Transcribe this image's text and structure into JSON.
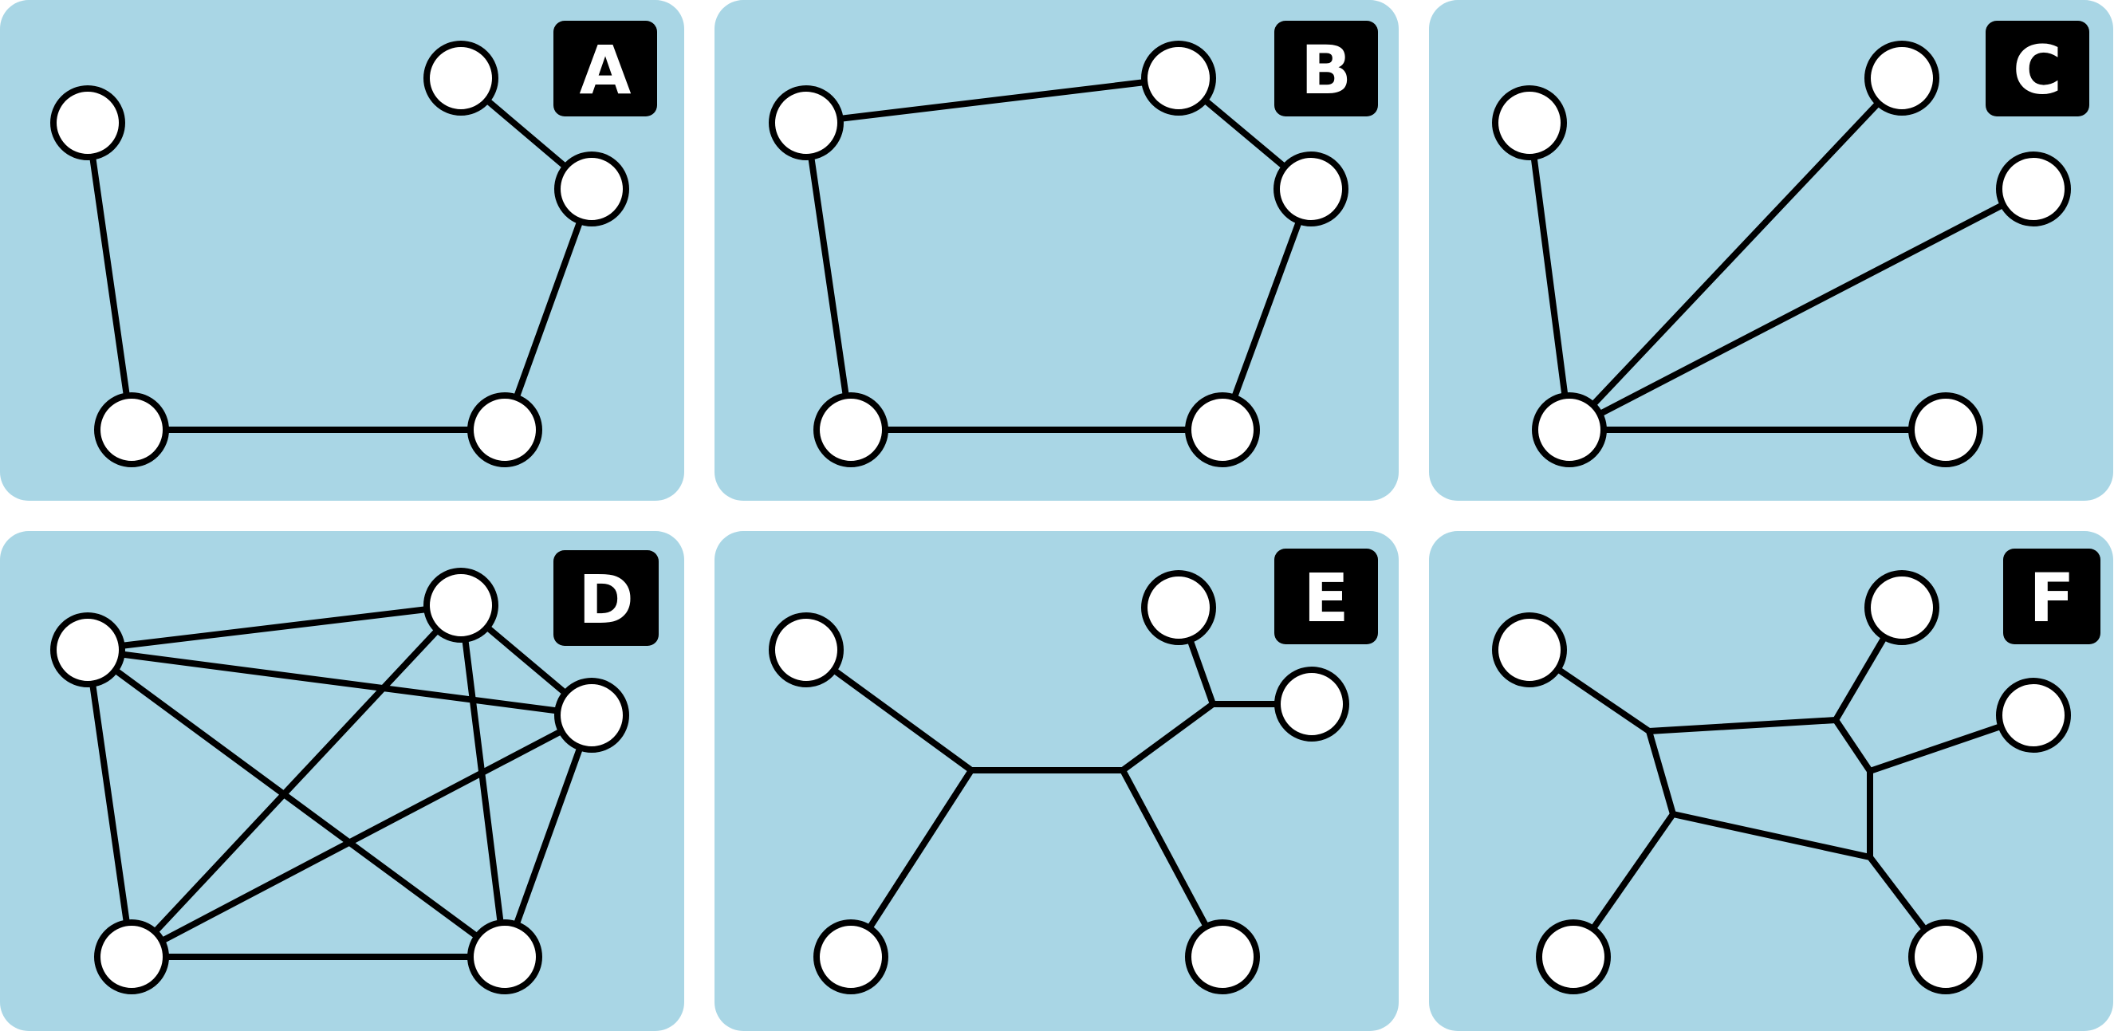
{
  "panels": [
    {
      "label": "A",
      "nodes": [
        "n1",
        "n2",
        "n3",
        "n4",
        "n5"
      ],
      "edges": [
        [
          "n1",
          "n4"
        ],
        [
          "n4",
          "n5"
        ],
        [
          "n5",
          "n3"
        ],
        [
          "n3",
          "n2"
        ]
      ],
      "junctions": []
    },
    {
      "label": "B",
      "nodes": [
        "n1",
        "n2",
        "n3",
        "n4",
        "n5"
      ],
      "edges": [
        [
          "n1",
          "n2"
        ],
        [
          "n2",
          "n3"
        ],
        [
          "n3",
          "n5"
        ],
        [
          "n5",
          "n4"
        ],
        [
          "n4",
          "n1"
        ]
      ],
      "junctions": []
    },
    {
      "label": "C",
      "nodes": [
        "n1",
        "n2",
        "n3",
        "n4",
        "n5"
      ],
      "edges": [
        [
          "n4",
          "n1"
        ],
        [
          "n4",
          "n2"
        ],
        [
          "n4",
          "n3"
        ],
        [
          "n4",
          "n5"
        ]
      ],
      "junctions": []
    },
    {
      "label": "D",
      "nodes": [
        "n1",
        "n2",
        "n3",
        "n4",
        "n5"
      ],
      "edges": [
        [
          "n1",
          "n2"
        ],
        [
          "n1",
          "n3"
        ],
        [
          "n1",
          "n4"
        ],
        [
          "n1",
          "n5"
        ],
        [
          "n2",
          "n3"
        ],
        [
          "n2",
          "n4"
        ],
        [
          "n2",
          "n5"
        ],
        [
          "n3",
          "n4"
        ],
        [
          "n3",
          "n5"
        ],
        [
          "n4",
          "n5"
        ]
      ],
      "junctions": []
    },
    {
      "label": "E",
      "nodes": [
        "n1",
        "n2",
        "n3",
        "n4",
        "n5"
      ],
      "junctions": [
        "j1",
        "j2",
        "j3"
      ],
      "edges": [
        [
          "n1",
          "j1"
        ],
        [
          "j1",
          "n4"
        ],
        [
          "j1",
          "j2"
        ],
        [
          "j2",
          "n5"
        ],
        [
          "j2",
          "j3"
        ],
        [
          "j3",
          "n2"
        ],
        [
          "j3",
          "n3"
        ]
      ]
    },
    {
      "label": "F",
      "nodes": [
        "n1",
        "n2",
        "n3",
        "n4",
        "n5"
      ],
      "junctions": [
        "j1",
        "j2",
        "j3",
        "j4",
        "j5"
      ],
      "edges": [
        [
          "n1",
          "j1"
        ],
        [
          "j1",
          "j2"
        ],
        [
          "j2",
          "n2"
        ],
        [
          "j2",
          "j3"
        ],
        [
          "j3",
          "n3"
        ],
        [
          "j3",
          "j4"
        ],
        [
          "j4",
          "n5"
        ],
        [
          "j4",
          "j5"
        ],
        [
          "j5",
          "n4"
        ],
        [
          "j5",
          "j1"
        ]
      ]
    }
  ]
}
